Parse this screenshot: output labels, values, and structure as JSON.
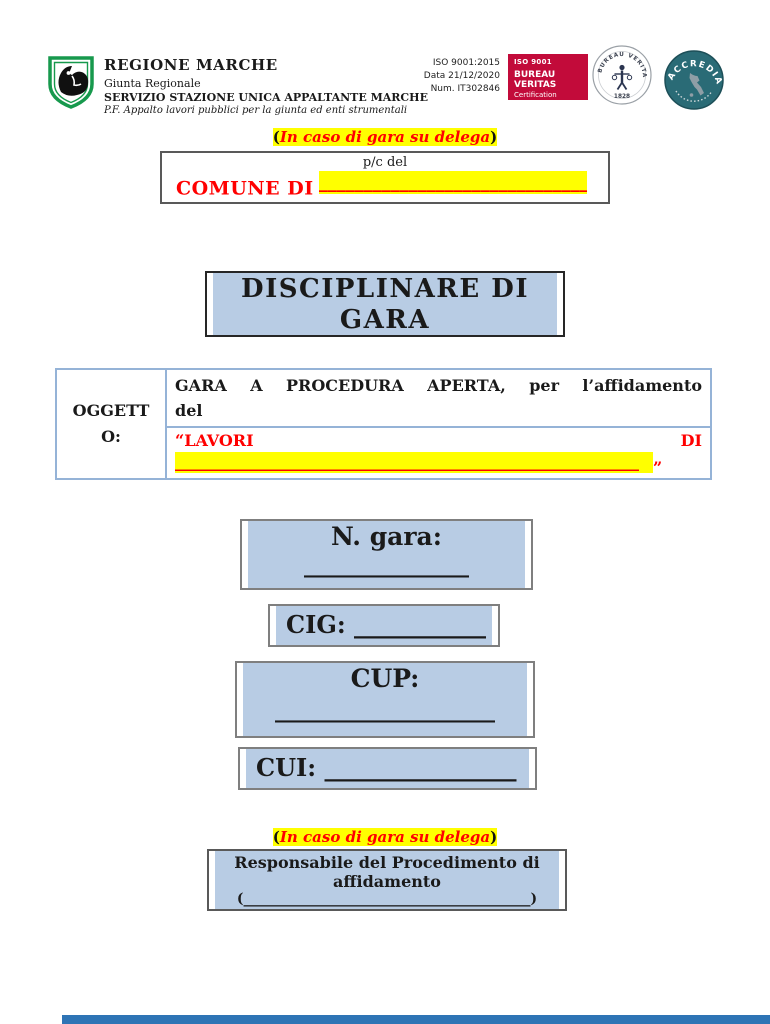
{
  "header": {
    "org": {
      "name": "REGIONE MARCHE",
      "sub": "Giunta Regionale",
      "service": "SERVIZIO STAZIONE UNICA APPALTANTE MARCHE",
      "unit": "P.F. Appalto lavori pubblici per la giunta ed enti strumentali"
    },
    "iso": {
      "line1": "ISO 9001:2015",
      "line2": "Data 21/12/2020",
      "line3": "Num. IT302846"
    },
    "bv_box": {
      "iso": "ISO 9001",
      "name": "BUREAU VERITAS",
      "sub": "Certification"
    },
    "bv_seal": {
      "arc": "BUREAU VERITAS",
      "year": "1828"
    },
    "accredia_seal": {
      "arc": "ACCREDIA"
    }
  },
  "delega_note": {
    "open": "(",
    "text": "In caso di gara su delega",
    "close": ")"
  },
  "comune_box": {
    "intro": "p/c del",
    "label": "COMUNE DI",
    "blank": "______________________________"
  },
  "title_box": {
    "title": "DISCIPLINARE DI\nGARA"
  },
  "oggetto": {
    "label": "OGGETT\nO:",
    "procedure_line1": "GARA A PROCEDURA APERTA, per l’affidamento",
    "procedure_line2": "del",
    "works_open": "“LAVORI",
    "works_di": "DI",
    "works_blank": "__________________________________________________________",
    "works_close": "”"
  },
  "codes": {
    "gara_label": "N. gara:",
    "gara_blank": "_______________",
    "cig_label": "CIG:",
    "cig_blank": "___________",
    "cup_label": "CUP:",
    "cup_blank": "____________________",
    "cui_label": "CUI:",
    "cui_blank": "________________"
  },
  "responsible_box": {
    "lines": "Responsabile del Procedimento di\naffidamento",
    "blank": "(_________________________________________)"
  },
  "colors": {
    "fill_blue": "#b8cce4",
    "table_border_blue": "#95b3d7",
    "highlight_yellow": "#ffff00",
    "alert_red": "#ff0000",
    "bureau_veritas_red": "#c20b3a",
    "accredia_teal": "#2a6b76",
    "footer_blue": "#2e74b5"
  }
}
